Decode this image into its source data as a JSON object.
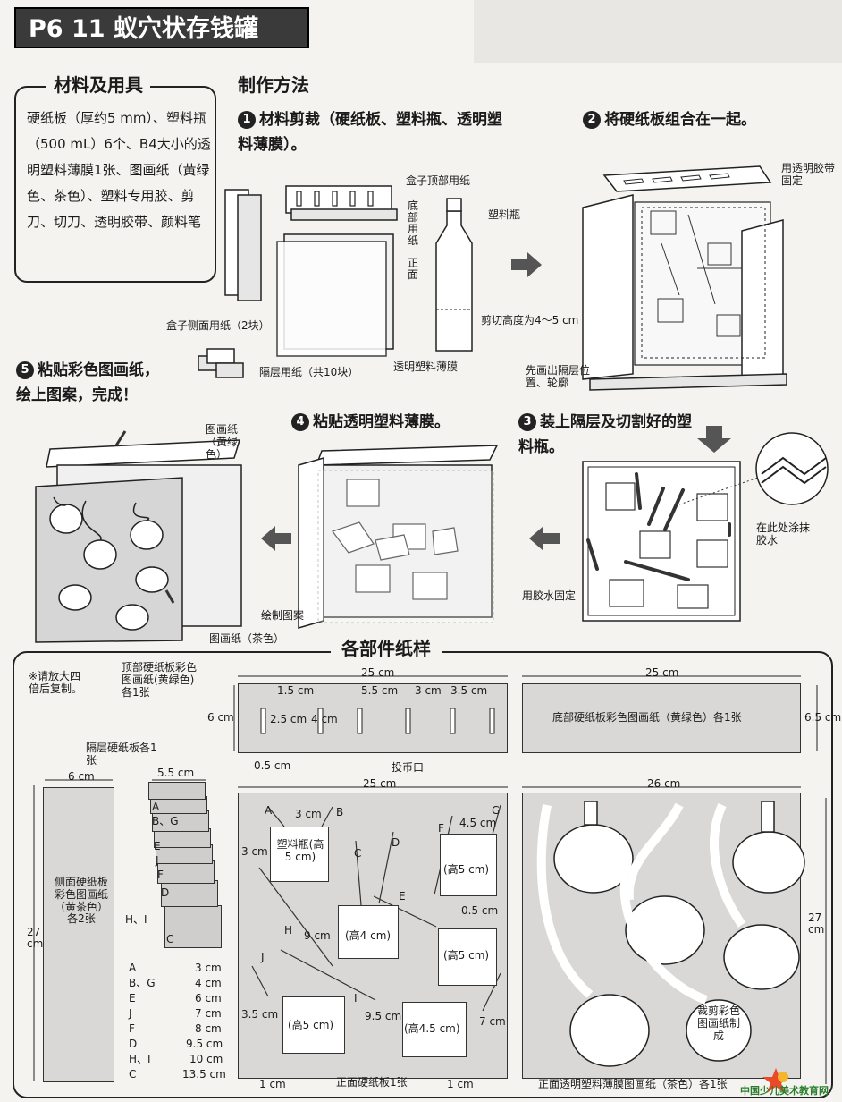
{
  "title": "P6  11  蚁穴状存钱罐",
  "materials": {
    "heading": "材料及用具",
    "text": "硬纸板（厚约5 mm）、塑料瓶（500 mL）6个、B4大小的透明塑料薄膜1张、图画纸（黄绿色、茶色）、塑料专用胶、剪刀、切刀、透明胶带、颜料笔"
  },
  "method": {
    "heading": "制作方法",
    "steps": [
      {
        "num": "1",
        "text": "材料剪裁（硬纸板、塑料瓶、透明塑料薄膜）。"
      },
      {
        "num": "2",
        "text": "将硬纸板组合在一起。"
      },
      {
        "num": "3",
        "text": "装上隔层及切割好的塑料瓶。"
      },
      {
        "num": "4",
        "text": "粘贴透明塑料薄膜。"
      },
      {
        "num": "5",
        "text": "粘贴彩色图画纸，绘上图案，完成！"
      }
    ]
  },
  "labels": {
    "box_top": "盒子顶部用纸",
    "bottom": "底部用纸",
    "front": "正面",
    "bottle": "塑料瓶",
    "cut_height": "剪切高度为4～5 cm",
    "side": "盒子侧面用纸（2块）",
    "shelves": "隔层用纸（共10块）",
    "film": "透明塑料薄膜",
    "tape": "用透明胶带固定",
    "draw_first": "先画出隔层位置、轮廓",
    "glue_here": "在此处涂抹胶水",
    "glue_fix": "用胶水固定",
    "paper_green": "图画纸（黄绿色）",
    "draw_pattern": "绘制图案",
    "paper_brown": "图画纸（茶色）"
  },
  "patterns": {
    "heading": "各部件纸样",
    "note": "※请放大四倍后复制。",
    "top_label": "顶部硬纸板彩色图画纸(黄绿色)各1张",
    "top_w": "25 cm",
    "top_h": "6 cm",
    "top_dims": [
      "1.5 cm",
      "5.5 cm",
      "3 cm",
      "3.5 cm",
      "2.5 cm",
      "4 cm",
      "0.5 cm"
    ],
    "coin_slot": "投币口",
    "bottom_w": "25 cm",
    "bottom_h": "6.5 cm",
    "bottom_label": "底部硬纸板彩色图画纸（黄绿色）各1张",
    "shelf_label": "隔层硬纸板各1张",
    "shelf_w": "5.5 cm",
    "shelf_letters": [
      "A",
      "B、G",
      "E",
      "J",
      "F",
      "D",
      "H、I",
      "C"
    ],
    "side_w": "6 cm",
    "side_h": "27 cm",
    "side_label": "侧面硬纸板彩色图画纸（黄茶色）各2张",
    "shelf_list": [
      {
        "k": "A",
        "v": "3 cm"
      },
      {
        "k": "B、G",
        "v": "4 cm"
      },
      {
        "k": "E",
        "v": "6 cm"
      },
      {
        "k": "J",
        "v": "7 cm"
      },
      {
        "k": "F",
        "v": "8 cm"
      },
      {
        "k": "D",
        "v": "9.5 cm"
      },
      {
        "k": "H、I",
        "v": "10 cm"
      },
      {
        "k": "C",
        "v": "13.5 cm"
      }
    ],
    "front_w": "25 cm",
    "front_label": "正面硬纸板1张",
    "front_dims": {
      "a": "3 cm",
      "b": "3 cm",
      "c": "4.5 cm",
      "d": "0.5 cm",
      "e": "9 cm",
      "f": "3.5 cm",
      "g": "9.5 cm",
      "h": "7 cm",
      "i": "1 cm",
      "j": "1 cm"
    },
    "front_letters": [
      "A",
      "B",
      "C",
      "D",
      "E",
      "F",
      "G",
      "H",
      "I",
      "J"
    ],
    "boxes": [
      "塑料瓶(高5 cm)",
      "(高5 cm)",
      "(高4 cm)",
      "(高5 cm)",
      "(高5 cm)",
      "(高4.5 cm)"
    ],
    "film_w": "26 cm",
    "film_h": "27 cm",
    "film_label": "正面透明塑料薄膜图画纸（茶色）各1张",
    "cut_note": "裁剪彩色图画纸制成"
  },
  "watermark": "中国少儿美术教育网"
}
